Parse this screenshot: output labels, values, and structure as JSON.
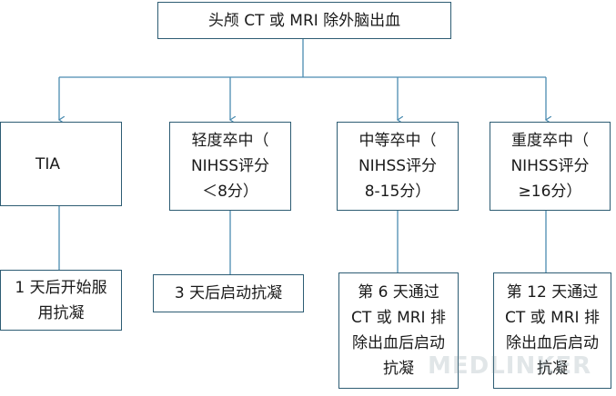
{
  "root": {
    "label": "头颅 CT 或 MRI 除外脑出血"
  },
  "categories": [
    {
      "lines": [
        "TIA"
      ]
    },
    {
      "lines": [
        "轻度卒中（",
        "NIHSS评分",
        "＜8分）"
      ]
    },
    {
      "lines": [
        "中等卒中（",
        "NIHSS评分",
        "8-15分）"
      ]
    },
    {
      "lines": [
        "重度卒中（",
        "NIHSS评分",
        "≥16分）"
      ]
    }
  ],
  "outcomes": [
    {
      "lines": [
        "1 天后开始服",
        "用抗凝"
      ]
    },
    {
      "lines": [
        "3 天后启动抗凝"
      ]
    },
    {
      "lines": [
        "第 6 天通过",
        "CT 或 MRI 排",
        "除出血后启动",
        "抗凝"
      ]
    },
    {
      "lines": [
        "第 12 天通过",
        "CT 或 MRI 排",
        "除出血后启动",
        "抗凝"
      ]
    }
  ],
  "watermark": "MEDLINKER",
  "colors": {
    "line": "#4a8bb0",
    "border": "#2d5c73"
  }
}
